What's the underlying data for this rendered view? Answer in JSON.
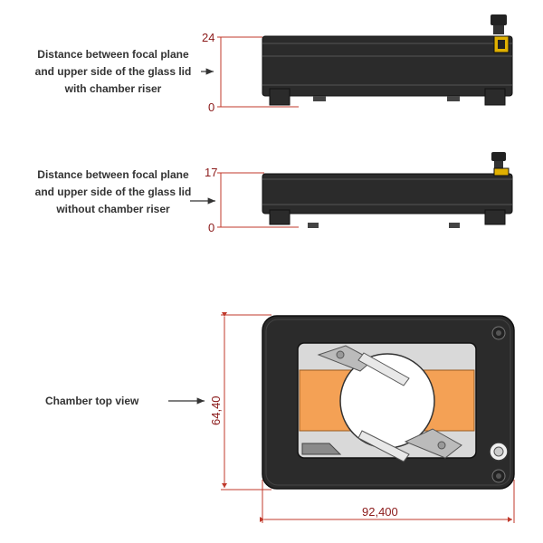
{
  "callouts": {
    "with_riser": [
      "Distance between focal plane",
      "and upper side of the glass lid",
      "with chamber riser"
    ],
    "without_riser": [
      "Distance between focal plane",
      "and upper side of the glass lid",
      "without chamber riser"
    ],
    "top_view": "Chamber top view",
    "arrow_glyph": "→"
  },
  "dimensions": {
    "with_riser": {
      "top": "24",
      "bottom": "0"
    },
    "without_riser": {
      "top": "17",
      "bottom": "0"
    },
    "height": "64,40",
    "width": "92,400"
  },
  "colors": {
    "dimension": "#c0392b",
    "dimension_text": "#8b1a1a",
    "housing": "#2b2b2b",
    "window_insert": "#f4a155",
    "glass": "#ffffff",
    "knob": "#e0b000"
  }
}
